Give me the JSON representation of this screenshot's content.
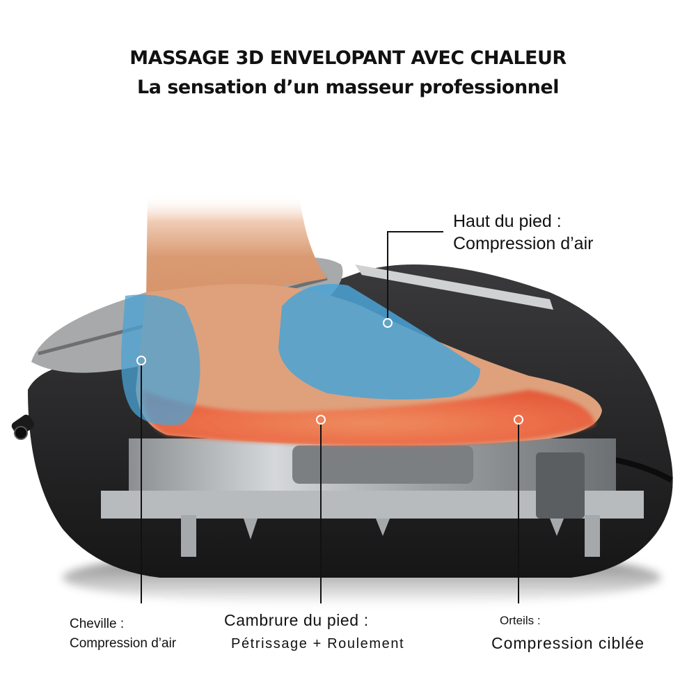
{
  "header": {
    "title": "MASSAGE 3D ENVELOPANT AVEC CHALEUR",
    "subtitle": "La sensation d’un masseur professionnel"
  },
  "callouts": [
    {
      "id": "top",
      "title": "Haut du pied :",
      "description": "Compression d’air",
      "zone_color": "#4aa3d6"
    },
    {
      "id": "ankle",
      "title": "Cheville :",
      "description": "Compression d’air",
      "zone_color": "#4aa3d6"
    },
    {
      "id": "arch",
      "title": "Cambrure du pied :",
      "description": "Pétrissage + Roulement",
      "zone_color": "#f0643c"
    },
    {
      "id": "toes",
      "title": "Orteils :",
      "description": "Compression ciblée",
      "zone_color": "#f0643c"
    }
  ],
  "colors": {
    "body_black": "#2a2a2c",
    "cushion_grey": "#a9abad",
    "skin": "#e2a07a",
    "air_blue": "#4aa3d6",
    "heat_red": "#ef5a3a",
    "mechanism_grey": "#b9bcbe"
  }
}
